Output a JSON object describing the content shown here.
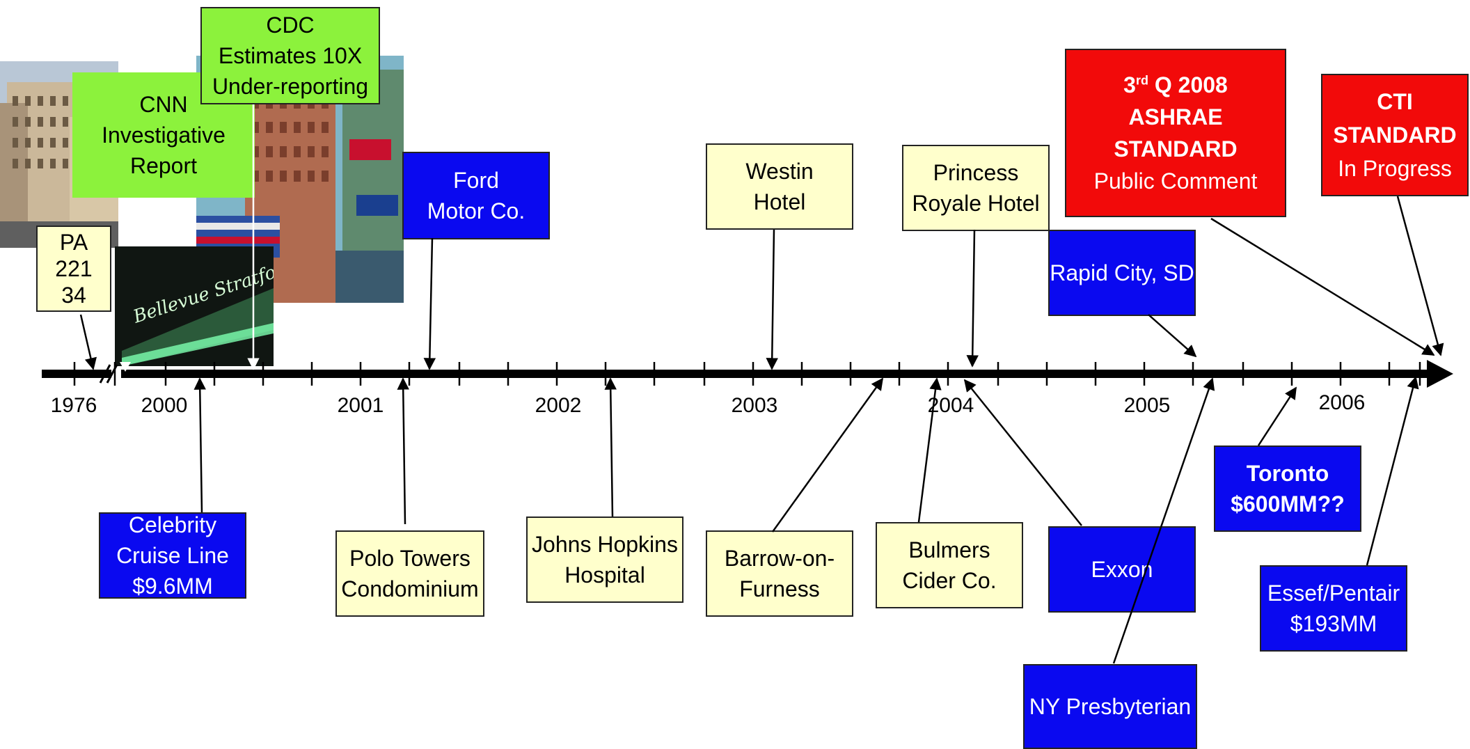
{
  "timeline": {
    "years": [
      "1976",
      "2000",
      "2001",
      "2002",
      "2003",
      "2004",
      "2005",
      "2006"
    ]
  },
  "photos": {
    "hotel_building": "hotel-building-photo",
    "flags_painting": "flag-painting-photo",
    "hotel_sign": "hotel-sign-photo",
    "sign_text": "Bellevue Stratford"
  },
  "boxes": {
    "pa": [
      "PA",
      "221",
      "34"
    ],
    "cnn": [
      "CNN",
      "Investigative",
      "Report"
    ],
    "cdc": [
      "CDC",
      "Estimates 10X",
      "Under-reporting"
    ],
    "ford": [
      "Ford",
      "Motor Co."
    ],
    "westin": [
      "Westin",
      "Hotel"
    ],
    "princess": [
      "Princess",
      "Royale Hotel"
    ],
    "ashrae": {
      "q_num": "3",
      "q_sup": "rd",
      "q_rest": " Q 2008",
      "line2": "ASHRAE",
      "line3": "STANDARD",
      "line4": "Public Comment"
    },
    "cti": [
      "CTI",
      "STANDARD",
      "In Progress"
    ],
    "rapid_city": "Rapid City, SD",
    "celebrity": [
      "Celebrity",
      "Cruise Line",
      "$9.6MM"
    ],
    "polo": [
      "Polo Towers",
      "Condominium"
    ],
    "johns_hopkins": [
      "Johns Hopkins",
      "Hospital"
    ],
    "barrow": [
      "Barrow-on-",
      "Furness"
    ],
    "bulmers": [
      "Bulmers",
      "Cider Co."
    ],
    "exxon": "Exxon",
    "toronto": [
      "Toronto",
      "$600MM??"
    ],
    "essef": [
      "Essef/Pentair",
      "$193MM"
    ],
    "ny_presbyterian": "NY Presbyterian"
  },
  "colors": {
    "green": "#8cf23c",
    "yellow": "#ffffcc",
    "blue": "#0a09f0",
    "red": "#f20a0a",
    "axis": "#000000"
  }
}
